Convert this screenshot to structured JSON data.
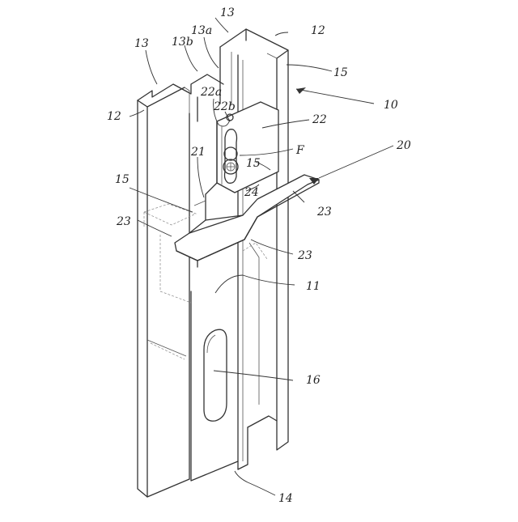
{
  "figure": {
    "labels": [
      {
        "id": "label-13-top",
        "text": "13"
      },
      {
        "id": "label-12-top",
        "text": "12"
      },
      {
        "id": "label-13a",
        "text": "13a"
      },
      {
        "id": "label-13b",
        "text": "13b"
      },
      {
        "id": "label-13-left",
        "text": "13"
      },
      {
        "id": "label-15-right",
        "text": "15"
      },
      {
        "id": "label-10",
        "text": "10"
      },
      {
        "id": "label-12-left",
        "text": "12"
      },
      {
        "id": "label-22a",
        "text": "22a"
      },
      {
        "id": "label-22b",
        "text": "22b"
      },
      {
        "id": "label-22",
        "text": "22"
      },
      {
        "id": "label-F",
        "text": "F"
      },
      {
        "id": "label-20",
        "text": "20"
      },
      {
        "id": "label-21",
        "text": "21"
      },
      {
        "id": "label-15-inner",
        "text": "15"
      },
      {
        "id": "label-15-left",
        "text": "15"
      },
      {
        "id": "label-24",
        "text": "24"
      },
      {
        "id": "label-23-left",
        "text": "23"
      },
      {
        "id": "label-23-right",
        "text": "23"
      },
      {
        "id": "label-23-bottom",
        "text": "23"
      },
      {
        "id": "label-11",
        "text": "11"
      },
      {
        "id": "label-16",
        "text": "16"
      },
      {
        "id": "label-14",
        "text": "14"
      }
    ]
  }
}
